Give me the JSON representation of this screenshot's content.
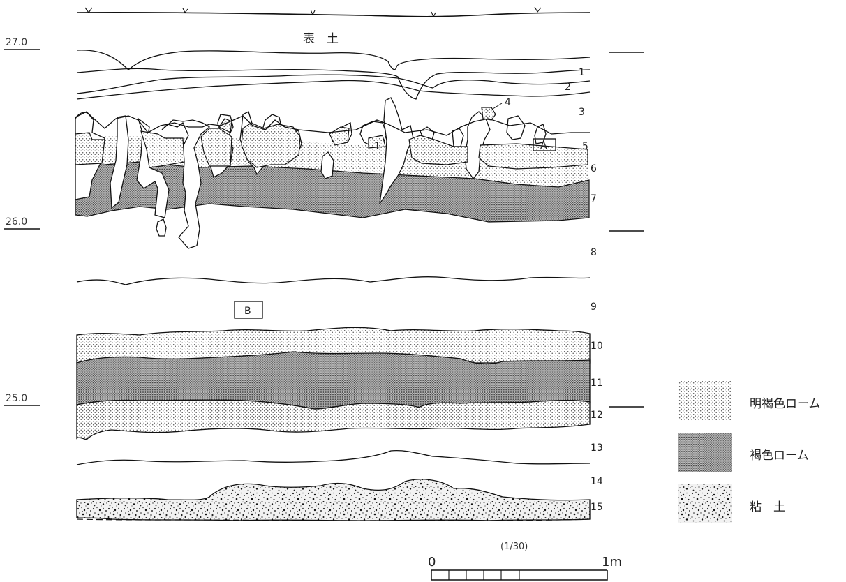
{
  "section": {
    "topsoil_label": "表　土",
    "elevations": [
      "27.0",
      "26.0",
      "25.0"
    ],
    "layer_numbers": [
      "1",
      "2",
      "3",
      "4",
      "5",
      "6",
      "7",
      "8",
      "9",
      "10",
      "11",
      "12",
      "13",
      "14",
      "15"
    ],
    "feature_label_intrusion": "1",
    "marker_a": "A",
    "marker_b": "B"
  },
  "legend": {
    "items": [
      {
        "label": "明褐色ローム",
        "pattern": "light-dots"
      },
      {
        "label": "褐色ローム",
        "pattern": "dark-dots"
      },
      {
        "label": "粘　土",
        "pattern": "speckle"
      }
    ]
  },
  "scale": {
    "ratio": "(1/30)",
    "start": "0",
    "end": "1m"
  }
}
